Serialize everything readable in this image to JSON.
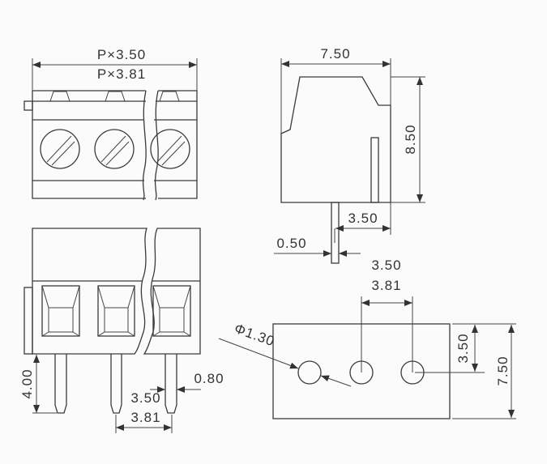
{
  "top_view": {
    "pitch_a": "P×3.50",
    "pitch_b": "P×3.81"
  },
  "side_view": {
    "width": "7.50",
    "height": "8.50",
    "pin_offset": "3.50",
    "pin_thickness": "0.50"
  },
  "front_view": {
    "pin_length": "4.00",
    "pin_width": "0.80",
    "pitch_a": "3.50",
    "pitch_b": "3.81"
  },
  "footprint": {
    "pitch_a": "3.50",
    "pitch_b": "3.81",
    "hole_diameter": "Φ1.30",
    "hole_offset": "3.50",
    "depth": "7.50"
  },
  "colors": {
    "line": "#3a3a3a",
    "background": "#fbfbfb"
  }
}
